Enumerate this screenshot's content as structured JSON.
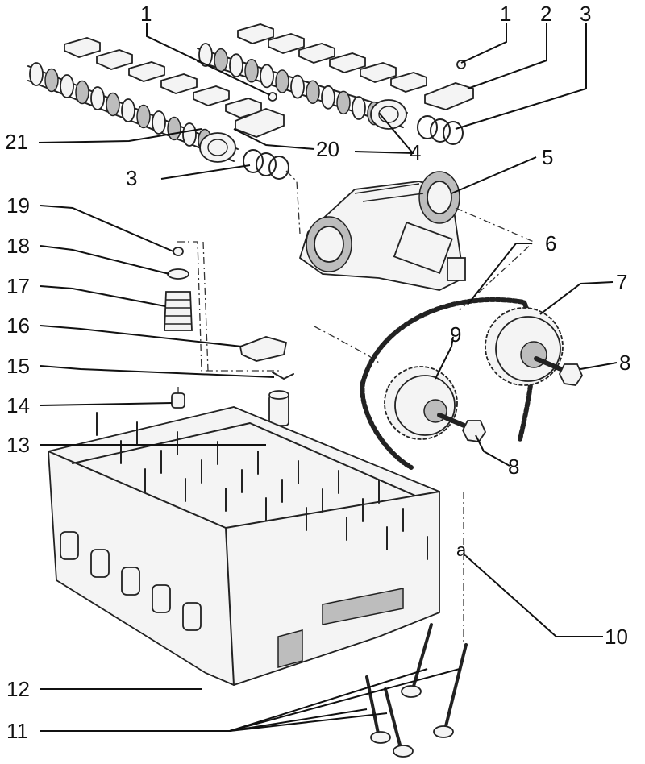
{
  "callouts": {
    "c1_left": "1",
    "c1_right": "1",
    "c2": "2",
    "c3_right": "3",
    "c3_left": "3",
    "c4": "4",
    "c5": "5",
    "c6": "6",
    "c7": "7",
    "c8_upper": "8",
    "c8_lower": "8",
    "c9": "9",
    "c10": "10",
    "c11": "11",
    "c12": "12",
    "c13": "13",
    "c14": "14",
    "c15": "15",
    "c16": "16",
    "c17": "17",
    "c18": "18",
    "c19": "19",
    "c20": "20",
    "c21": "21",
    "label_a": "a"
  }
}
